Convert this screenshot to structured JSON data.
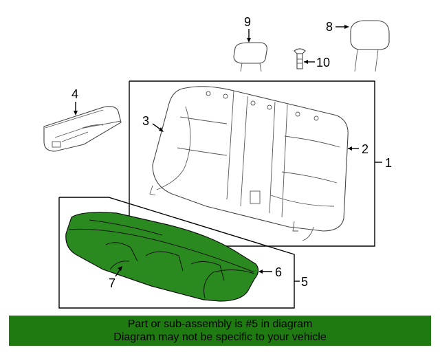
{
  "callouts": {
    "c1": "1",
    "c2": "2",
    "c3": "3",
    "c4": "4",
    "c5": "5",
    "c6": "6",
    "c7": "7",
    "c8": "8",
    "c9": "9",
    "c10": "10"
  },
  "banner": {
    "line1": "Part or sub-assembly is #5 in diagram",
    "line2": "Diagram may not be specific to your vehicle"
  },
  "colors": {
    "highlight": "#2b8a1f",
    "banner": "#1f7a12"
  }
}
